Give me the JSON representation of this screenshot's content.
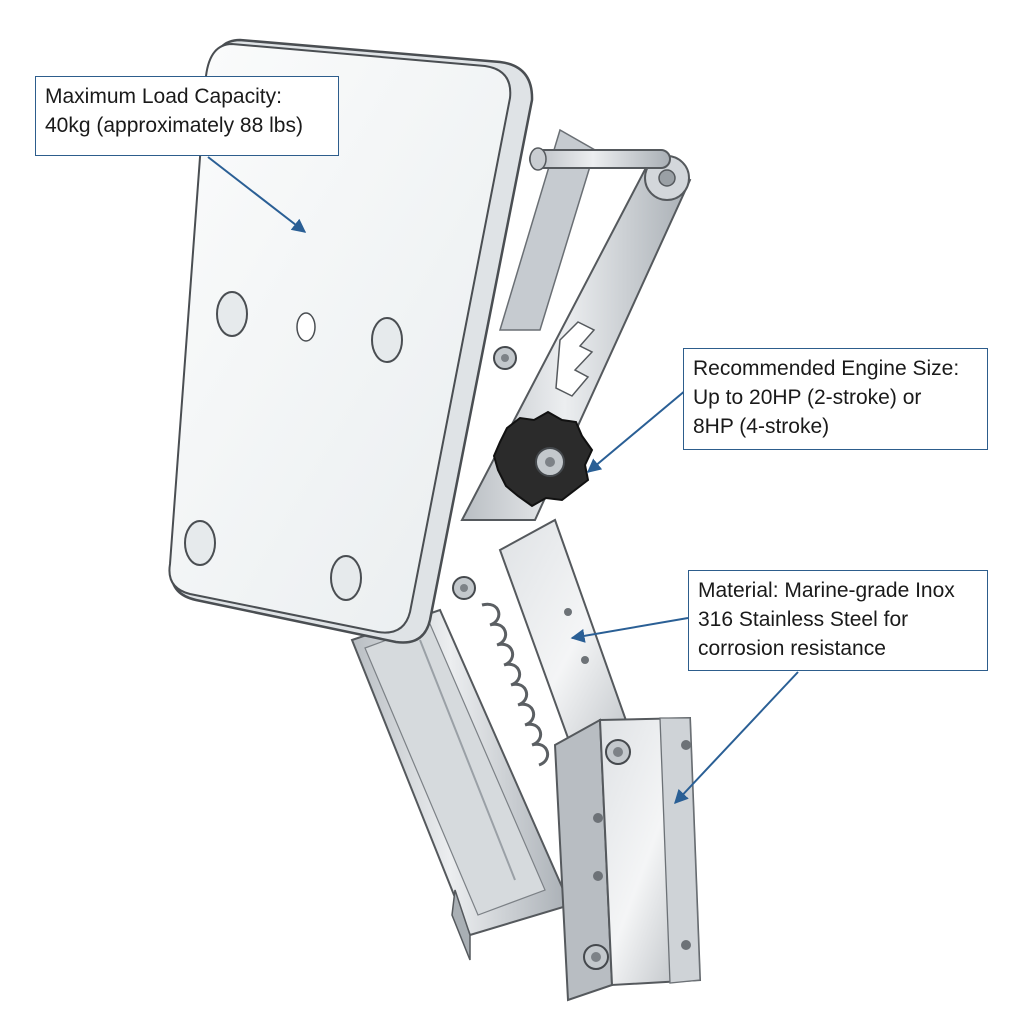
{
  "callouts": {
    "load": {
      "line1": "Maximum Load Capacity:",
      "line2": "40kg (approximately 88 lbs)"
    },
    "engine": {
      "line1": "Recommended Engine Size:",
      "line2": "Up to 20HP (2-stroke) or",
      "line3": "8HP (4-stroke)"
    },
    "material": {
      "line1": "Material: Marine-grade Inox",
      "line2": "316 Stainless Steel for",
      "line3": "corrosion resistance"
    }
  },
  "colors": {
    "callout_border": "#2d5d8c",
    "arrow": "#2a5f95",
    "steel_light": "#e4e7ea",
    "steel_mid": "#c4c9ce",
    "steel_dark": "#8e949a",
    "plate": "#f5f7f8",
    "knob": "#2b2b2b"
  }
}
